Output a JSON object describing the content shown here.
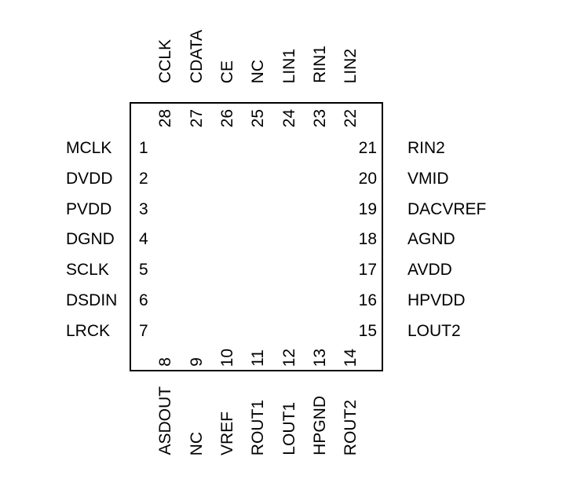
{
  "colors": {
    "background": "#ffffff",
    "text": "#000000",
    "chip_outline": "#000000"
  },
  "pins": {
    "left": [
      {
        "num": "1",
        "label": "MCLK"
      },
      {
        "num": "2",
        "label": "DVDD"
      },
      {
        "num": "3",
        "label": "PVDD"
      },
      {
        "num": "4",
        "label": "DGND"
      },
      {
        "num": "5",
        "label": "SCLK"
      },
      {
        "num": "6",
        "label": "DSDIN"
      },
      {
        "num": "7",
        "label": "LRCK"
      }
    ],
    "right": [
      {
        "num": "21",
        "label": "RIN2"
      },
      {
        "num": "20",
        "label": "VMID"
      },
      {
        "num": "19",
        "label": "DACVREF"
      },
      {
        "num": "18",
        "label": "AGND"
      },
      {
        "num": "17",
        "label": "AVDD"
      },
      {
        "num": "16",
        "label": "HPVDD"
      },
      {
        "num": "15",
        "label": "LOUT2"
      }
    ],
    "top": [
      {
        "num": "28",
        "label": "CCLK"
      },
      {
        "num": "27",
        "label": "CDATA"
      },
      {
        "num": "26",
        "label": "CE"
      },
      {
        "num": "25",
        "label": "NC"
      },
      {
        "num": "24",
        "label": "LIN1"
      },
      {
        "num": "23",
        "label": "RIN1"
      },
      {
        "num": "22",
        "label": "LIN2"
      }
    ],
    "bottom": [
      {
        "num": "8",
        "label": "ASDOUT"
      },
      {
        "num": "9",
        "label": "NC"
      },
      {
        "num": "10",
        "label": "VREF"
      },
      {
        "num": "11",
        "label": "ROUT1"
      },
      {
        "num": "12",
        "label": "LOUT1"
      },
      {
        "num": "13",
        "label": "HPGND"
      },
      {
        "num": "14",
        "label": "ROUT2"
      }
    ]
  }
}
